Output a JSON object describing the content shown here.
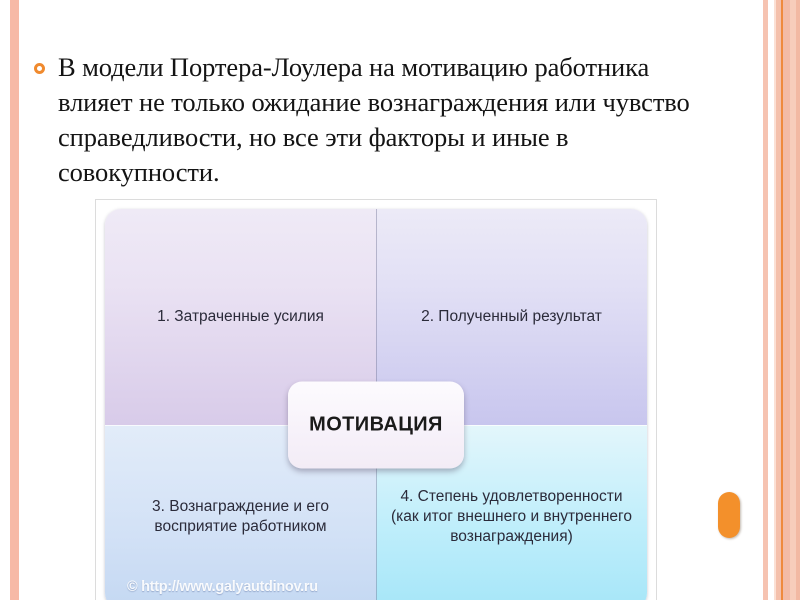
{
  "slide": {
    "bullet": {
      "marker": "ring-bullet",
      "text": "В модели Портера-Лоулера на мотивацию работника влияет не только ожидание вознаграждения или чувство справедливости, но все эти факторы и иные в совокупности."
    },
    "diagram": {
      "center_label": "МОТИВАЦИЯ",
      "watermark": "© http://www.galyautdinov.ru",
      "quadrants": [
        {
          "id": 1,
          "label": "1. Затраченные усилия"
        },
        {
          "id": 2,
          "label": "2. Полученный результат"
        },
        {
          "id": 3,
          "label": "3. Вознаграждение и его восприятие работником"
        },
        {
          "id": 4,
          "label": "4. Степень удовлетворенности (как итог внешнего и внутреннего вознаграждения)"
        }
      ]
    },
    "decor": {
      "left_bar_color": "#f7b9a6",
      "right_bar_color": "#f4c0ab",
      "accent_line_color": "#ef8a3c",
      "disc_color": "#f3902b",
      "bullet_color": "#f08a2e"
    }
  }
}
